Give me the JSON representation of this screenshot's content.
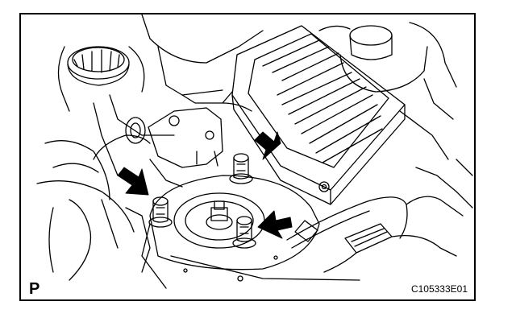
{
  "figure": {
    "view_code": "P",
    "figure_id": "C105333E01"
  },
  "colors": {
    "line": "#000000",
    "background": "#ffffff"
  },
  "callouts": [
    {
      "name": "arrow-upper-nut",
      "icon": "solid-arrow"
    },
    {
      "name": "arrow-left-nut",
      "icon": "solid-arrow"
    },
    {
      "name": "arrow-right-nut",
      "icon": "solid-arrow"
    }
  ]
}
